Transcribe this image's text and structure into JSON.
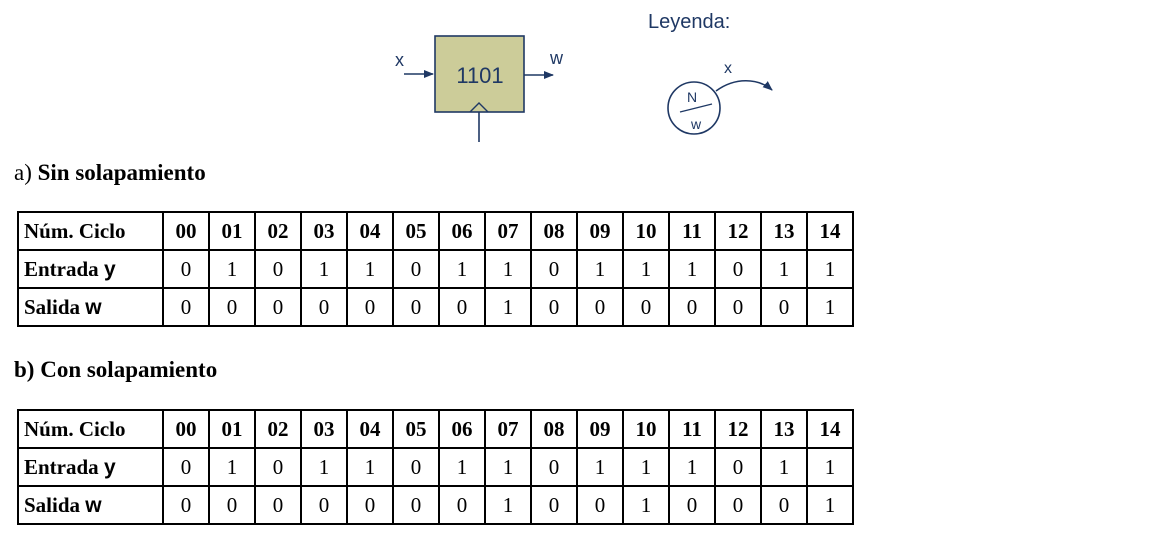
{
  "diagram": {
    "block_label": "1101",
    "input_label": "x",
    "output_label": "w",
    "legend_title": "Leyenda:",
    "legend_state": "N",
    "legend_output": "w",
    "legend_input": "x",
    "block_fill": "#cccc99",
    "line_color": "#1f3864",
    "text_color": "#1f3864"
  },
  "section_a": {
    "prefix": "a)",
    "title": "Sin solapamiento",
    "table": {
      "header_label": "Núm. Ciclo",
      "input_label": "Entrada",
      "input_signal": "y",
      "output_label": "Salida",
      "output_signal": "w",
      "cycles": [
        "00",
        "01",
        "02",
        "03",
        "04",
        "05",
        "06",
        "07",
        "08",
        "09",
        "10",
        "11",
        "12",
        "13",
        "14"
      ],
      "inputs": [
        "0",
        "1",
        "0",
        "1",
        "1",
        "0",
        "1",
        "1",
        "0",
        "1",
        "1",
        "1",
        "0",
        "1",
        "1"
      ],
      "outputs": [
        "0",
        "0",
        "0",
        "0",
        "0",
        "0",
        "0",
        "1",
        "0",
        "0",
        "0",
        "0",
        "0",
        "0",
        "1"
      ]
    }
  },
  "section_b": {
    "prefix": "b)",
    "title": "Con solapamiento",
    "table": {
      "header_label": "Núm. Ciclo",
      "input_label": "Entrada",
      "input_signal": "y",
      "output_label": "Salida",
      "output_signal": "w",
      "cycles": [
        "00",
        "01",
        "02",
        "03",
        "04",
        "05",
        "06",
        "07",
        "08",
        "09",
        "10",
        "11",
        "12",
        "13",
        "14"
      ],
      "inputs": [
        "0",
        "1",
        "0",
        "1",
        "1",
        "0",
        "1",
        "1",
        "0",
        "1",
        "1",
        "1",
        "0",
        "1",
        "1"
      ],
      "outputs": [
        "0",
        "0",
        "0",
        "0",
        "0",
        "0",
        "0",
        "1",
        "0",
        "0",
        "1",
        "0",
        "0",
        "0",
        "1"
      ]
    }
  }
}
